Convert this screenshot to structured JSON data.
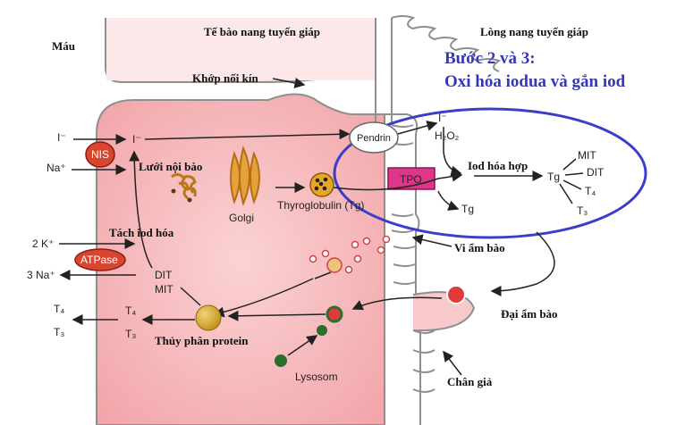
{
  "regions": {
    "blood": "Máu",
    "cell": "Tế bào nang tuyến giáp",
    "lumen": "Lòng nang tuyến giáp"
  },
  "annotation": {
    "line1": "Bước 2 và 3:",
    "line2": "Oxi hóa iodua và gắn iod",
    "color": "#3538b6"
  },
  "labels": {
    "tight_junction": "Khớp nối kín",
    "er": "Lưới nội bào",
    "golgi": "Golgi",
    "thyroglobulin": "Thyroglobulin (Tg)",
    "deiodination": "Tách iod hóa",
    "proteolysis": "Thủy phân protein",
    "lysosome": "Lysosom",
    "pendrin": "Pendrin",
    "tpo": "TPO",
    "iodination": "Iod hóa hợp",
    "micropinocytosis": "Vi ẩm bào",
    "macropinocytosis": "Đại ẩm bào",
    "pseudopod": "Chân giả",
    "nis": "NIS",
    "atpase": "ATPase"
  },
  "ions": {
    "iodide_out": "I⁻",
    "iodide_in": "I⁻",
    "iodide_lumen": "I⁻",
    "sodium": "Na⁺",
    "potassium": "2 K⁺",
    "sodium3": "3 Na⁺",
    "h2o2": "H₂O₂"
  },
  "products": {
    "mit": "MIT",
    "dit": "DIT",
    "t4": "T₄",
    "t3": "T₃",
    "tg": "Tg",
    "tg2": "Tg",
    "dit_left": "DIT",
    "mit_left": "MIT",
    "t4_mid": "T₄",
    "t3_mid": "T₃",
    "t4_out": "T₄",
    "t3_out": "T₃"
  },
  "colors": {
    "cell_fill": "#f6b8bb",
    "membrane": "#8f8f8f",
    "nis": "#d9452d",
    "tpo": "#e0368a",
    "golgi": "#e4a23c",
    "lysosome": "#2c6e2c",
    "vesicle": "#e23a3a",
    "droplet": "#d4a520"
  }
}
